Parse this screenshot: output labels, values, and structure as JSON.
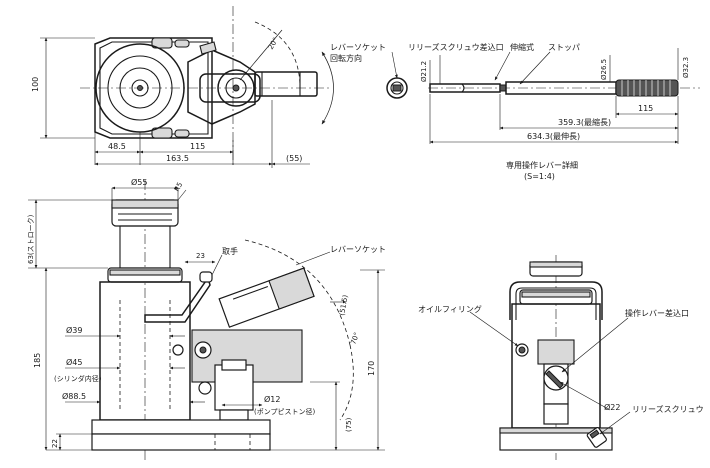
{
  "top_view": {
    "dim_100": "100",
    "dim_48_5": "48.5",
    "dim_115": "115",
    "dim_163_5": "163.5",
    "dim_55": "(55)",
    "angle_20": "20°",
    "label_lever_socket": "レバーソケット",
    "label_rotation": "回転方向"
  },
  "lever_detail": {
    "label_release_screw_insert": "リリーズスクリュウ差込口",
    "label_telescopic": "伸縮式",
    "label_stopper": "ストッパ",
    "dim_dia_21_2": "Ø21.2",
    "dim_dia_26_5": "Ø26.5",
    "dim_dia_32_3": "Ø32.3",
    "dim_115": "115",
    "dim_359_3": "359.3(最縮長)",
    "dim_634_3": "634.3(最伸長)",
    "title": "専用操作レバー詳細",
    "scale": "(S=1:4)"
  },
  "front_view": {
    "dim_dia_55": "Ø55",
    "dim_r5": "R5",
    "dim_23": "23",
    "label_handle": "取手",
    "label_lever_socket": "レバーソケット",
    "dim_stroke": "63(ストローク)",
    "dim_185": "185",
    "dim_dia_39": "Ø39",
    "dim_dia_45": "Ø45",
    "label_cylinder_id": "(シリンダ内径)",
    "dim_dia_88_5": "Ø88.5",
    "dim_22": "22",
    "dim_dia_12": "Ø12",
    "label_pump_piston": "(ポンプピストン径)",
    "dim_51_5": "(51.5)",
    "angle_70": "70°",
    "dim_75": "(75)",
    "dim_170": "170"
  },
  "side_view": {
    "label_oil_filling": "オイルフィリング",
    "label_lever_insert": "操作レバー差込口",
    "dim_dia_22": "Ø22",
    "label_release_screw": "リリーズスクリュウ"
  }
}
